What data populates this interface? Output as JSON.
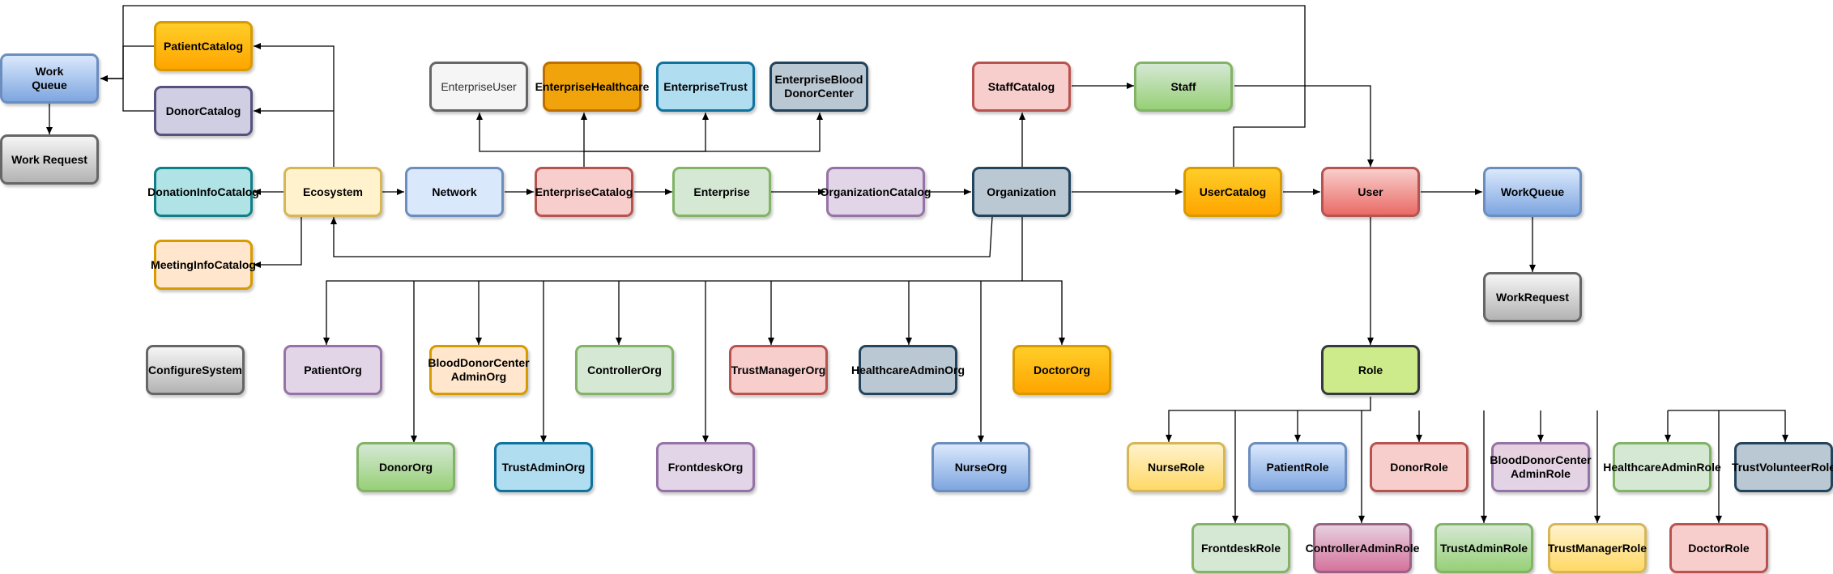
{
  "diagram": {
    "nodes": {
      "work_queue_top": "Work\nQueue",
      "work_request_top": "Work Request",
      "patient_catalog": "PatientCatalog",
      "donor_catalog": "DonorCatalog",
      "donation_info_catalog": "DonationInfoCatalog",
      "meeting_info_catalog": "MeetingInfoCatalog",
      "ecosystem": "Ecosystem",
      "network": "Network",
      "enterprise_user": "EnterpriseUser",
      "enterprise_healthcare": "EnterpriseHealthcare",
      "enterprise_trust": "EnterpriseTrust",
      "enterprise_blood_donor_center": "EnterpriseBlood\nDonorCenter",
      "enterprise_catalog": "EnterpriseCatalog",
      "enterprise": "Enterprise",
      "organization_catalog": "OrganizationCatalog",
      "staff_catalog": "StaffCatalog",
      "staff": "Staff",
      "organization": "Organization",
      "user_catalog": "UserCatalog",
      "user": "User",
      "work_queue": "WorkQueue",
      "work_request": "WorkRequest",
      "configure_system": "ConfigureSystem",
      "patient_org": "PatientOrg",
      "blood_donor_center_admin_org": "BloodDonorCenter\nAdminOrg",
      "controller_org": "ControllerOrg",
      "trust_manager_org": "TrustManagerOrg",
      "healthcare_admin_org": "HealthcareAdminOrg",
      "doctor_org": "DoctorOrg",
      "donor_org": "DonorOrg",
      "trust_admin_org": "TrustAdminOrg",
      "frontdesk_org": "FrontdeskOrg",
      "nurse_org": "NurseOrg",
      "role": "Role",
      "nurse_role": "NurseRole",
      "patient_role": "PatientRole",
      "donor_role": "DonorRole",
      "blood_donor_center_admin_role": "BloodDonorCenter\nAdminRole",
      "healthcare_admin_role": "HealthcareAdminRole",
      "trust_volunteer_role": "TrustVolunteerRole",
      "frontdesk_role": "FrontdeskRole",
      "controller_admin_role": "ControllerAdminRole",
      "trust_admin_role": "TrustAdminRole",
      "trust_manager_role": "TrustManagerRole",
      "doctor_role": "DoctorRole"
    }
  }
}
